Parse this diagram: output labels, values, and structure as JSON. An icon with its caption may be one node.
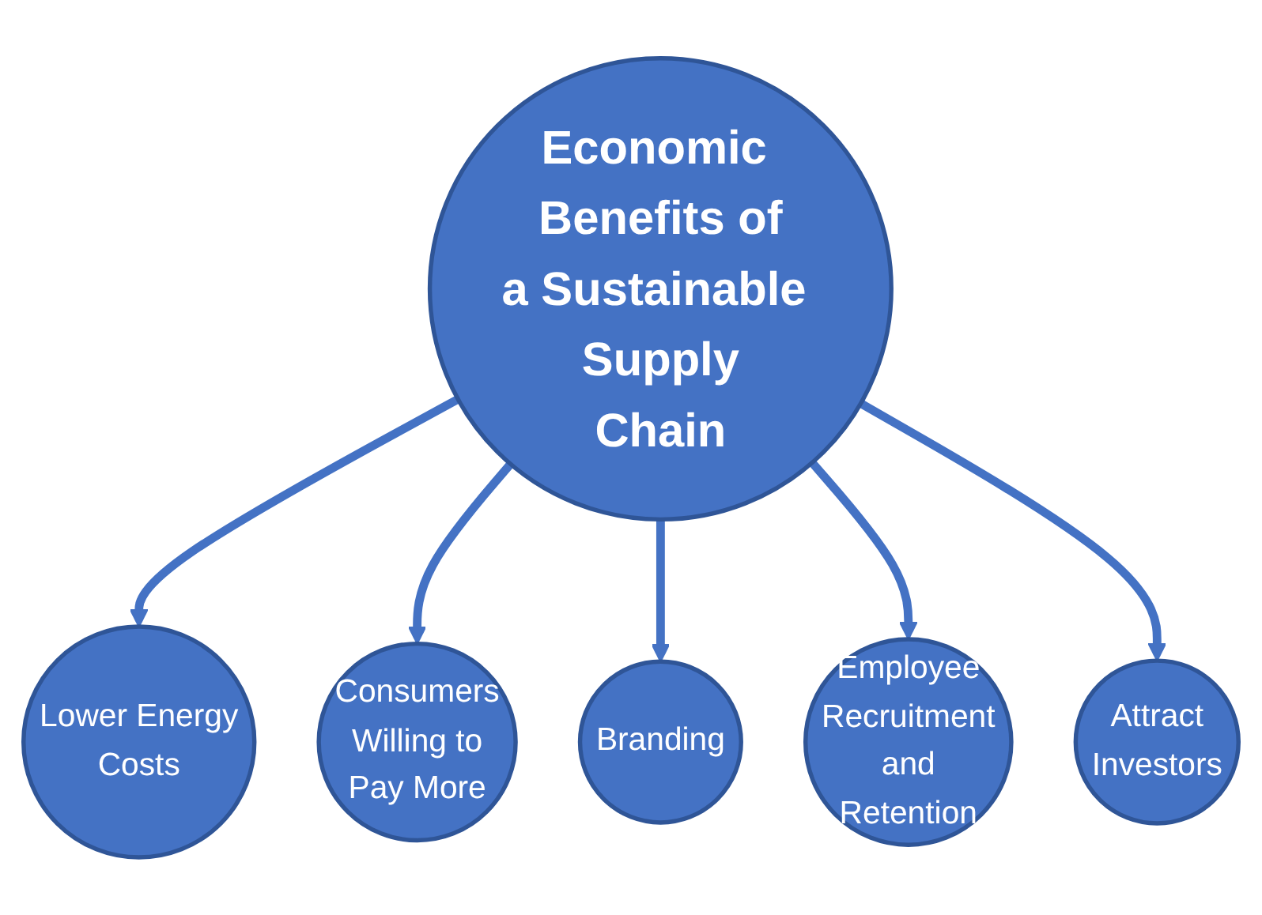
{
  "diagram": {
    "nodes": [
      {
        "text": [
          "Economic Benefits of a Sustainable Supply Chain"
        ]
      },
      {
        "text": [
          "Lower Energy Costs"
        ]
      },
      {
        "text": [
          "Consumers Willing to Pay More"
        ]
      },
      {
        "text": [
          "Branding"
        ]
      },
      {
        "text": [
          "Employee Recruitment and Retention"
        ]
      },
      {
        "text": [
          "Attract Investors"
        ]
      }
    ],
    "edges": [
      {
        "from": 0,
        "to": 1,
        "arrow": "to"
      },
      {
        "from": 0,
        "to": 2,
        "arrow": "to"
      },
      {
        "from": 0,
        "to": 3,
        "arrow": "to"
      },
      {
        "from": 0,
        "to": 4,
        "arrow": "to"
      },
      {
        "from": 0,
        "to": 5,
        "arrow": "to"
      }
    ]
  }
}
